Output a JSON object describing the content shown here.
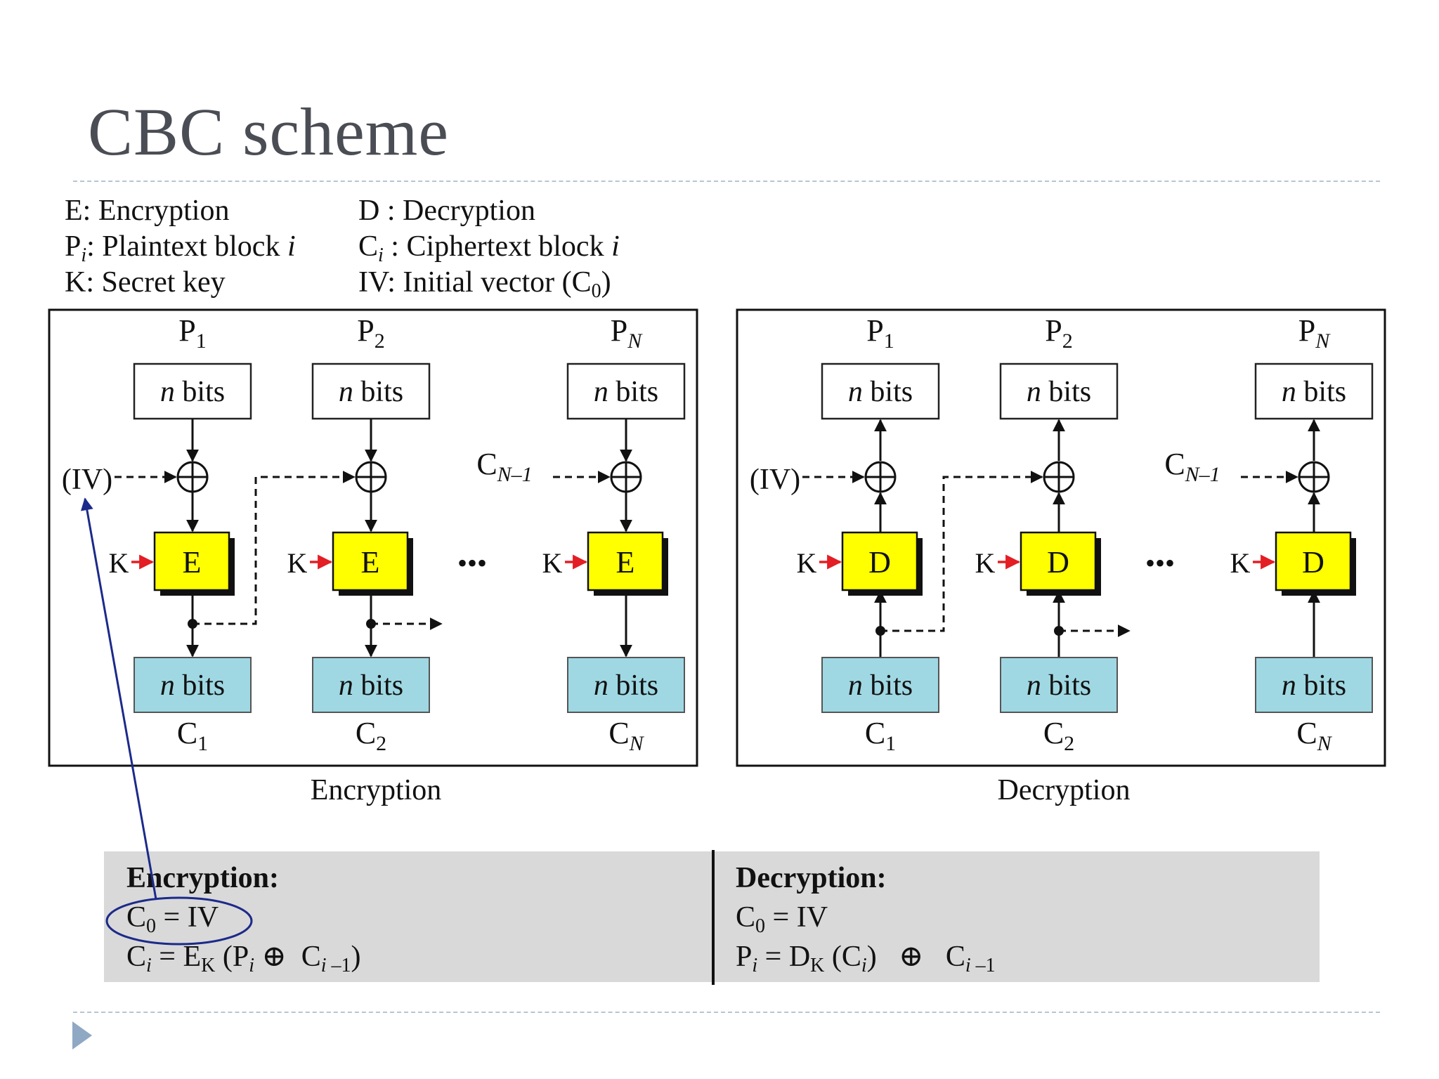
{
  "slide": {
    "title": "CBC scheme"
  },
  "legend": {
    "e": "E: Encryption",
    "p_pre": "P",
    "p_sub": "i",
    "p_post": ": Plaintext block ",
    "p_i": "i",
    "k": "K: Secret key",
    "d": "D : Decryption",
    "c_pre": "C",
    "c_sub": "i",
    "c_post": " : Ciphertext block ",
    "c_i": "i",
    "iv_pre": "IV: Initial vector (C",
    "iv_sub": "0",
    "iv_post": ")"
  },
  "diagram": {
    "p_letter": "P",
    "c_letter": "C",
    "sub_1": "1",
    "sub_2": "2",
    "sub_n": "N",
    "n": "n",
    "bits": " bits",
    "iv": "(IV)",
    "key": "K",
    "enc_op": "E",
    "dec_op": "D",
    "ellipsis": "•••",
    "cn1_sub": "N–1",
    "enc_caption": "Encryption",
    "dec_caption": "Decryption"
  },
  "formulas": {
    "enc_head": "Encryption:",
    "enc_line1": "C0 = IV",
    "enc_line2": "Ci = EK (Pi ⊕ Ci –1)",
    "dec_head": "Decryption:",
    "dec_line1": "C0 = IV",
    "dec_line2": "Pi = DK (Ci) ⊕ Ci –1"
  },
  "colors": {
    "operation_block": "#ffff00",
    "cipher_block": "#9fd8e3",
    "key_arrow": "#e31e24",
    "annotation": "#1c2a8a"
  }
}
